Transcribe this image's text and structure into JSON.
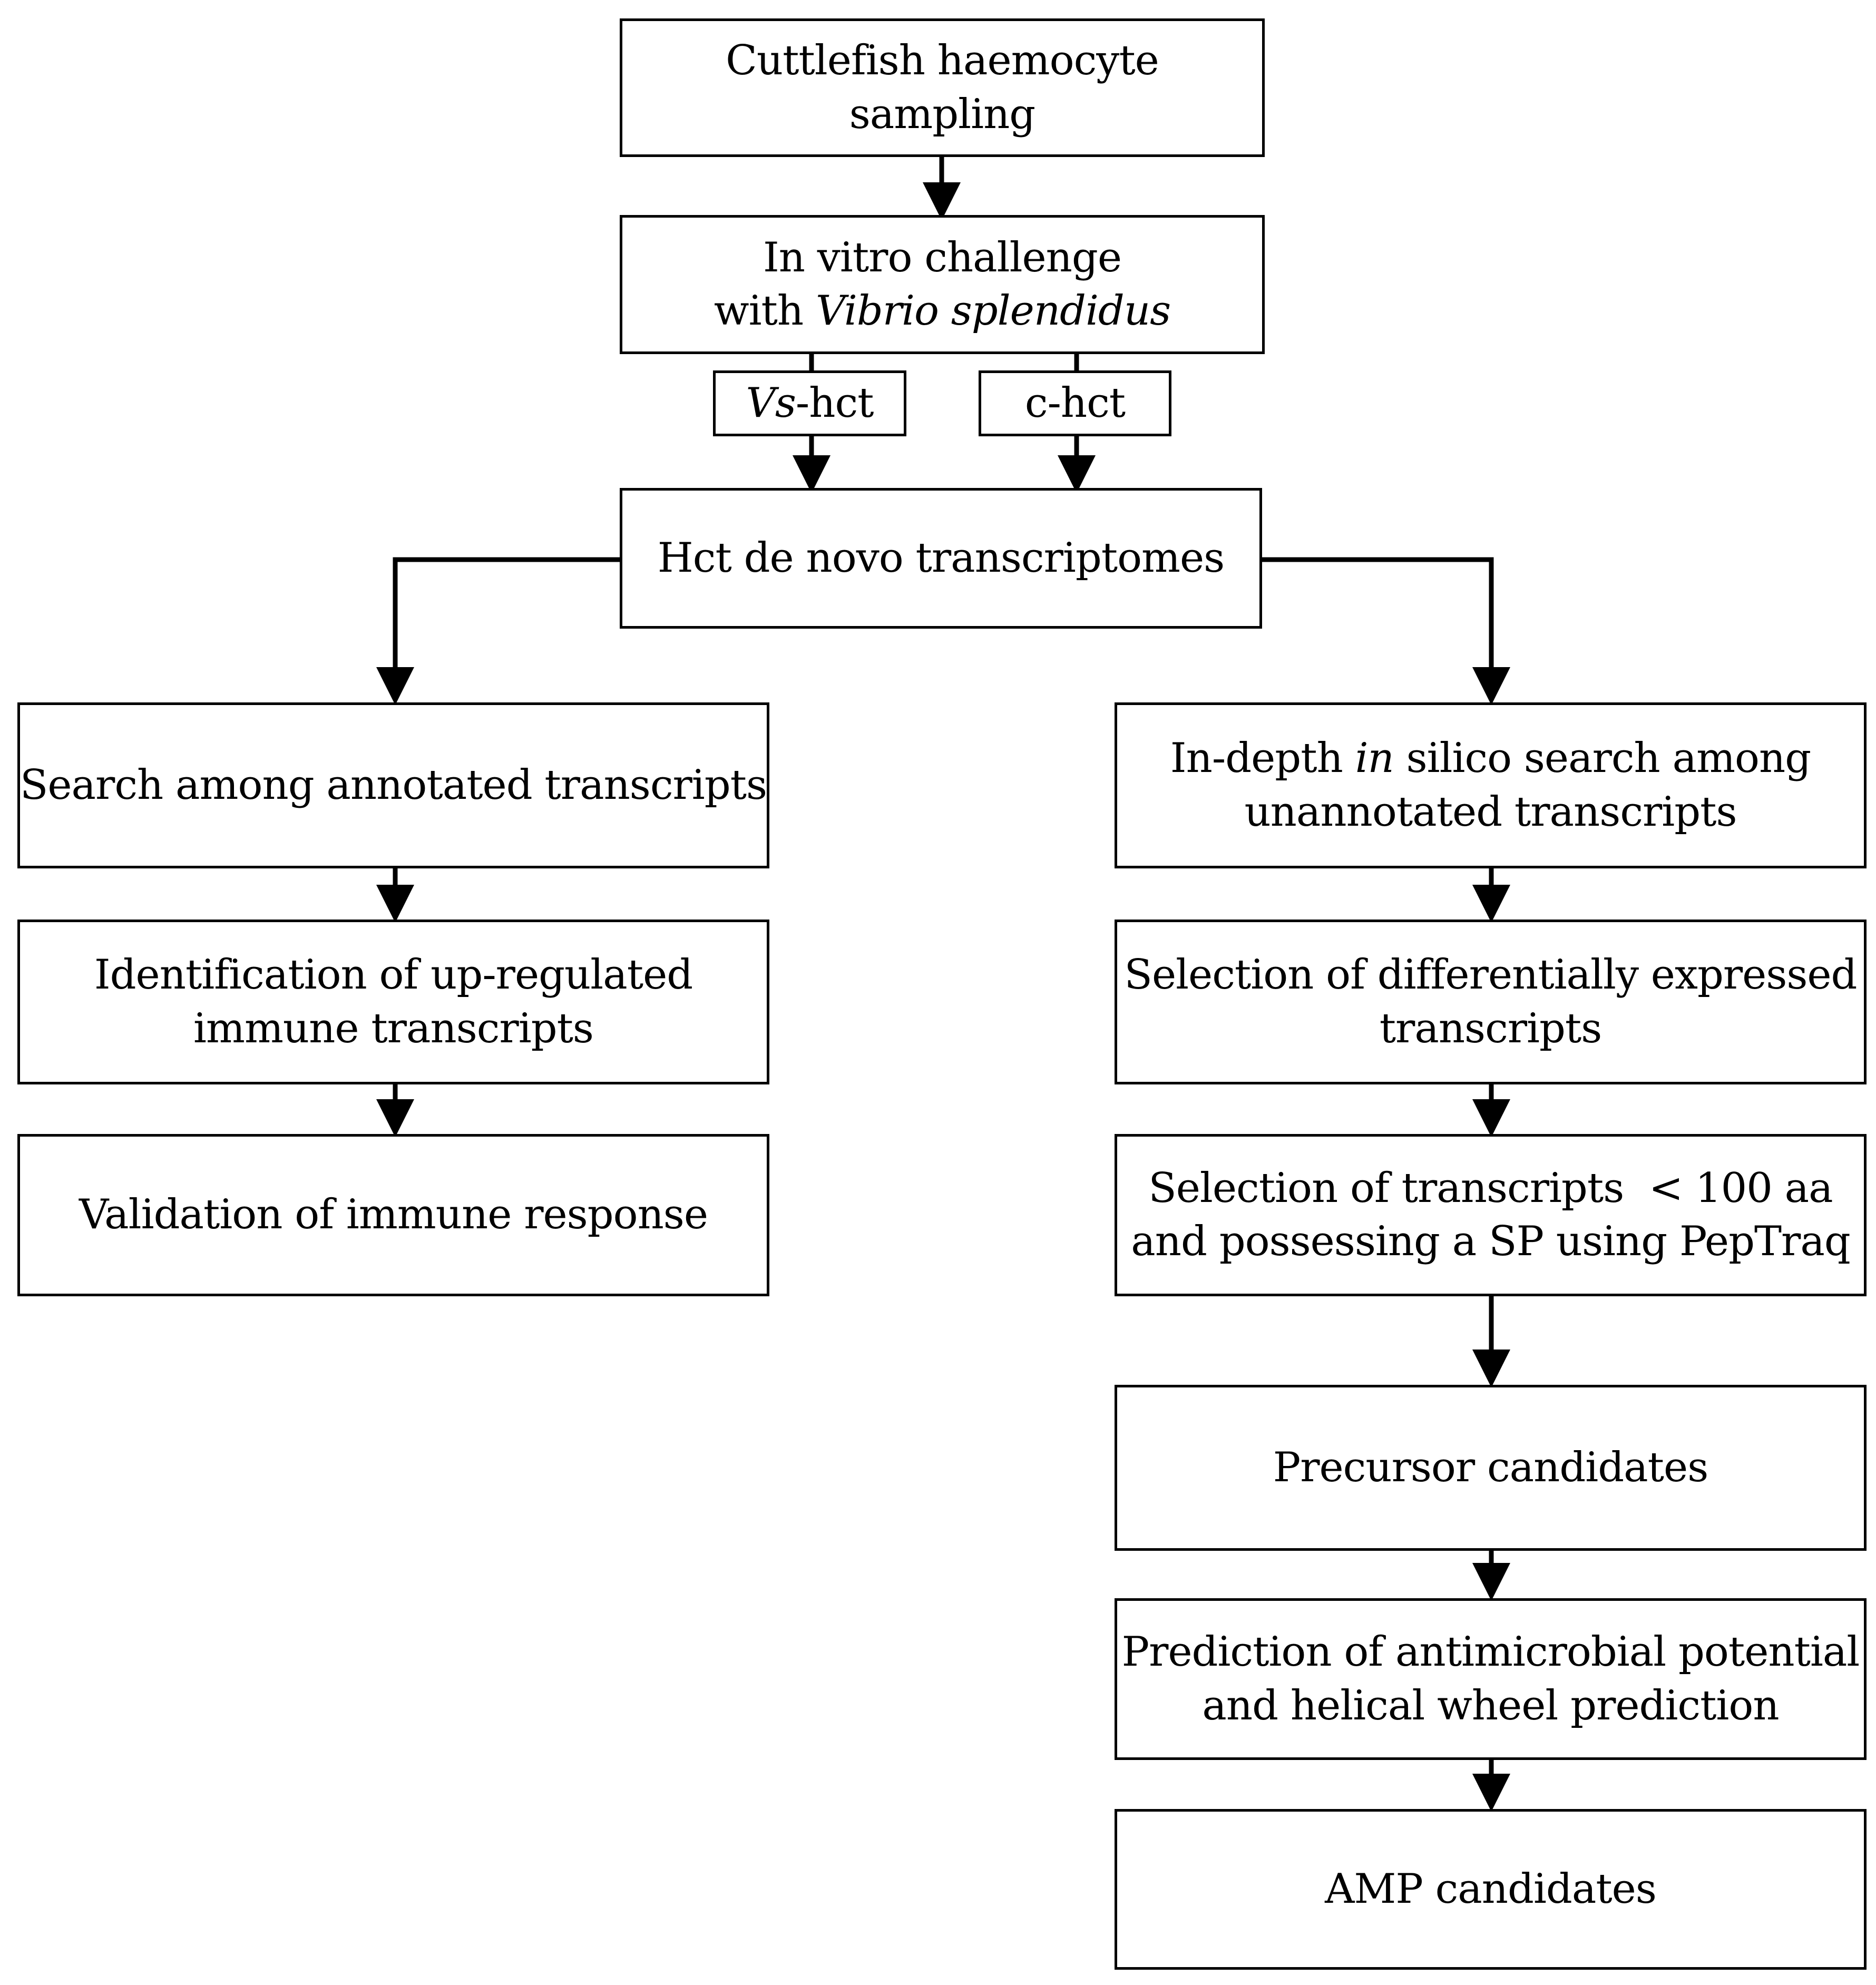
{
  "nodes": {
    "sampling": {
      "line1": "Cuttlefish haemocyte",
      "line2": "sampling"
    },
    "challenge": {
      "line1": "In vitro challenge",
      "line2_prefix": "with ",
      "line2_italic": "Vibrio splendidus"
    },
    "vs_hct": {
      "italic": "Vs",
      "suffix": "-hct"
    },
    "c_hct": {
      "label": "c-hct"
    },
    "transcriptomes": {
      "label": "Hct de novo transcriptomes"
    },
    "left": {
      "search": {
        "label": "Search among annotated transcripts"
      },
      "identification": {
        "line1": "Identification of up-regulated",
        "line2": "immune transcripts"
      },
      "validation": {
        "label": "Validation of immune response"
      }
    },
    "right": {
      "indepth": {
        "line1_prefix": "In-depth ",
        "line1_italic": "in",
        "line1_suffix": " silico search among",
        "line2": "unannotated transcripts"
      },
      "selection_de": {
        "line1": "Selection of differentially expressed",
        "line2": "transcripts"
      },
      "selection_aa": {
        "line1": "Selection of transcripts  < 100 aa",
        "line2": "and possessing a SP using PepTraq"
      },
      "precursor": {
        "label": "Precursor candidates"
      },
      "prediction": {
        "line1": "Prediction of antimicrobial potential",
        "line2": "and helical wheel prediction"
      },
      "amp": {
        "label": "AMP candidates"
      }
    }
  }
}
